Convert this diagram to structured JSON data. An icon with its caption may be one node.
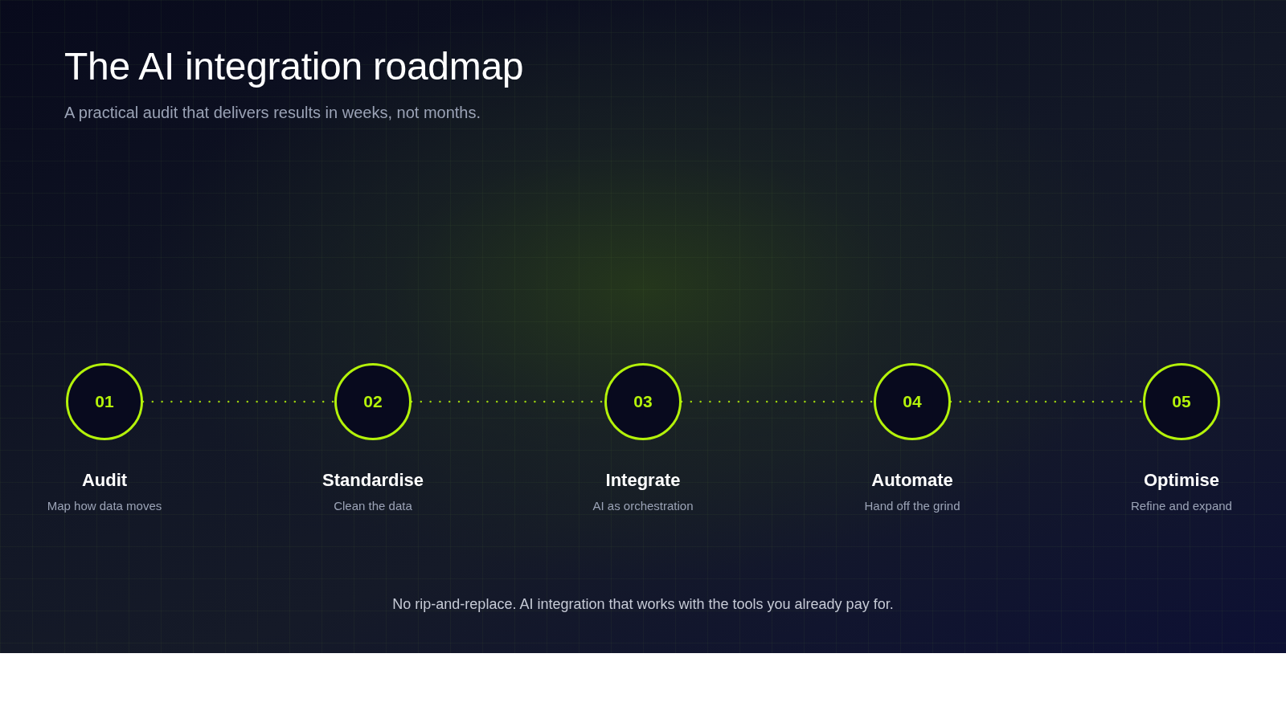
{
  "diagram": {
    "title": "The AI integration roadmap",
    "nodes": [
      {
        "text": [
          "01"
        ],
        "beside": [
          "Audit",
          "Map how data moves"
        ]
      },
      {
        "text": [
          "02"
        ],
        "beside": [
          "Standardise",
          "Clean the data"
        ]
      },
      {
        "text": [
          "03"
        ],
        "beside": [
          "Integrate",
          "AI as orchestration"
        ]
      },
      {
        "text": [
          "04"
        ],
        "beside": [
          "Automate",
          "Hand off the grind"
        ]
      },
      {
        "text": [
          "05"
        ],
        "beside": [
          "Optimise",
          "Refine and expand"
        ]
      }
    ],
    "edges": [
      {
        "from": 0,
        "to": 1,
        "arrow": "none",
        "style": "dashed"
      },
      {
        "from": 1,
        "to": 2,
        "arrow": "none",
        "style": "dashed"
      },
      {
        "from": 2,
        "to": 3,
        "arrow": "none",
        "style": "dashed"
      },
      {
        "from": 3,
        "to": 4,
        "arrow": "none",
        "style": "dashed"
      }
    ],
    "labels": [
      "A practical audit that delivers results in weeks, not months.",
      "No rip-and-replace. AI integration that works with the tools you already pay for."
    ]
  }
}
